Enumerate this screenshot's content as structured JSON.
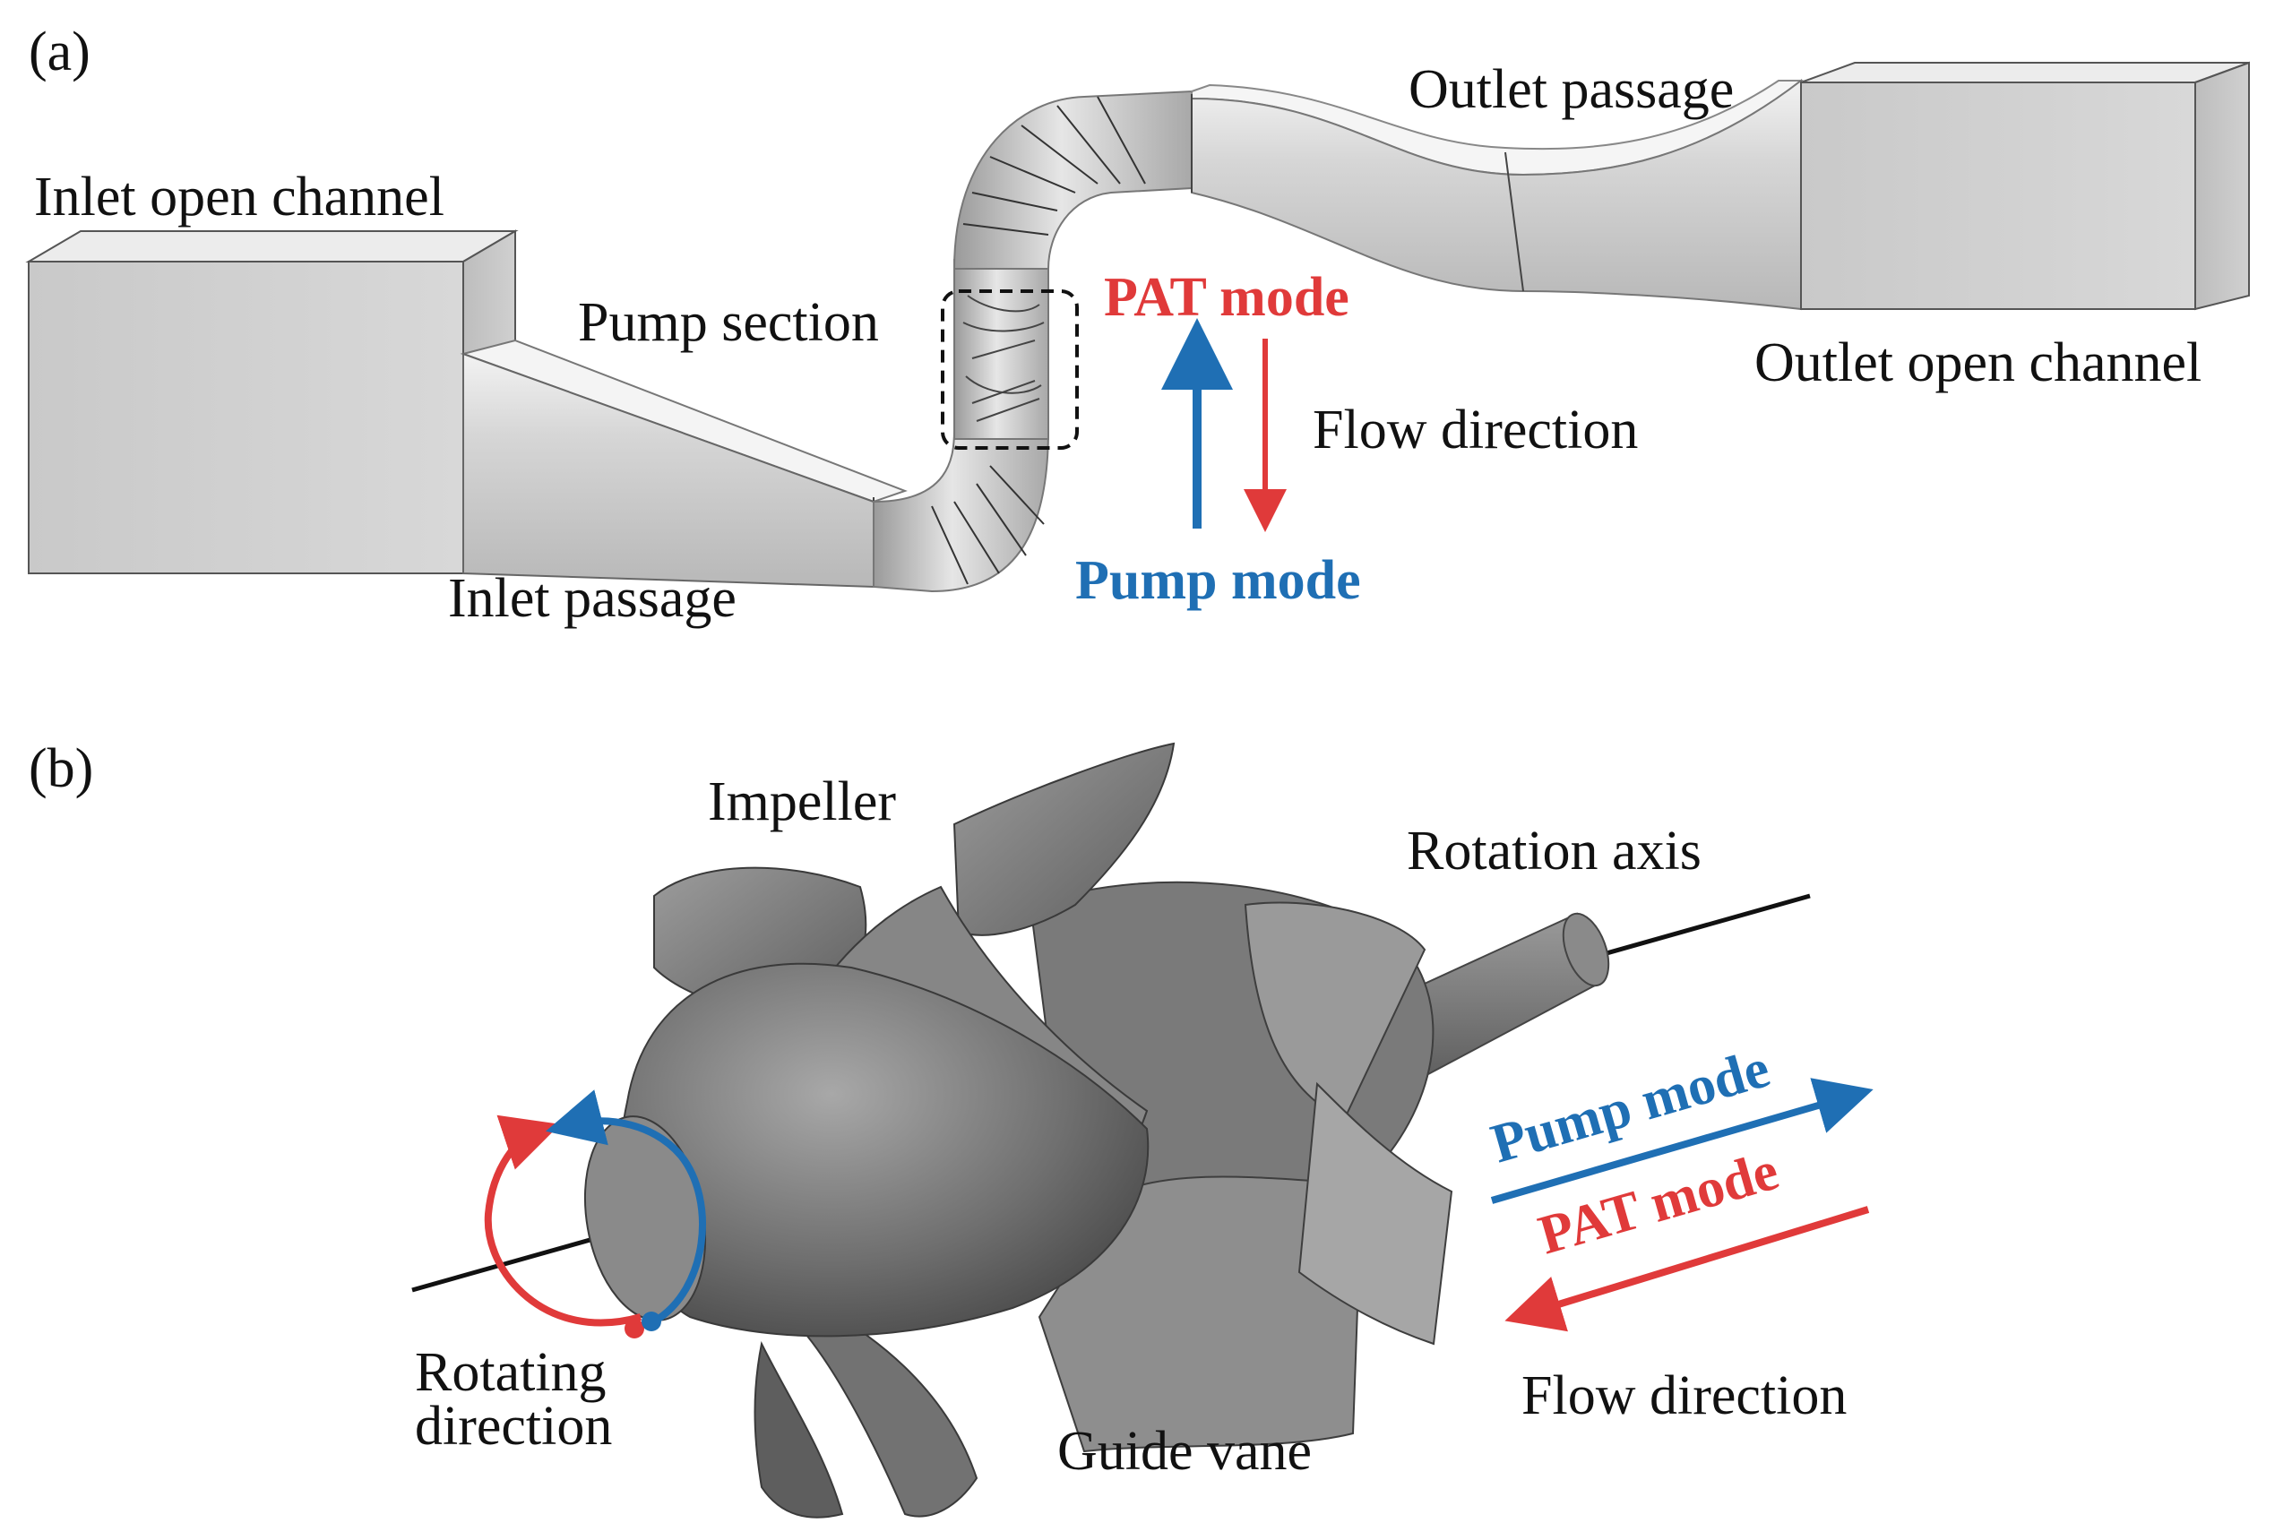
{
  "panel_a": {
    "panel_label": "(a)",
    "labels": {
      "inlet_open_channel": "Inlet open channel",
      "inlet_passage": "Inlet passage",
      "pump_section": "Pump section",
      "outlet_passage": "Outlet passage",
      "outlet_open_channel": "Outlet open channel",
      "pat_mode": "PAT mode",
      "pump_mode": "Pump mode",
      "flow_direction": "Flow direction"
    }
  },
  "panel_b": {
    "panel_label": "(b)",
    "labels": {
      "impeller": "Impeller",
      "rotation_axis": "Rotation axis",
      "pump_mode": "Pump mode",
      "pat_mode": "PAT mode",
      "flow_direction": "Flow direction",
      "rotating_direction_line1": "Rotating",
      "rotating_direction_line2": "direction",
      "guide_vane": "Guide vane"
    }
  },
  "colors": {
    "pump_mode": "#1f6fb4",
    "pat_mode": "#e03a3a",
    "text": "#111111",
    "model_light": "#d4d4d4",
    "model_dark": "#6e6e6e"
  }
}
